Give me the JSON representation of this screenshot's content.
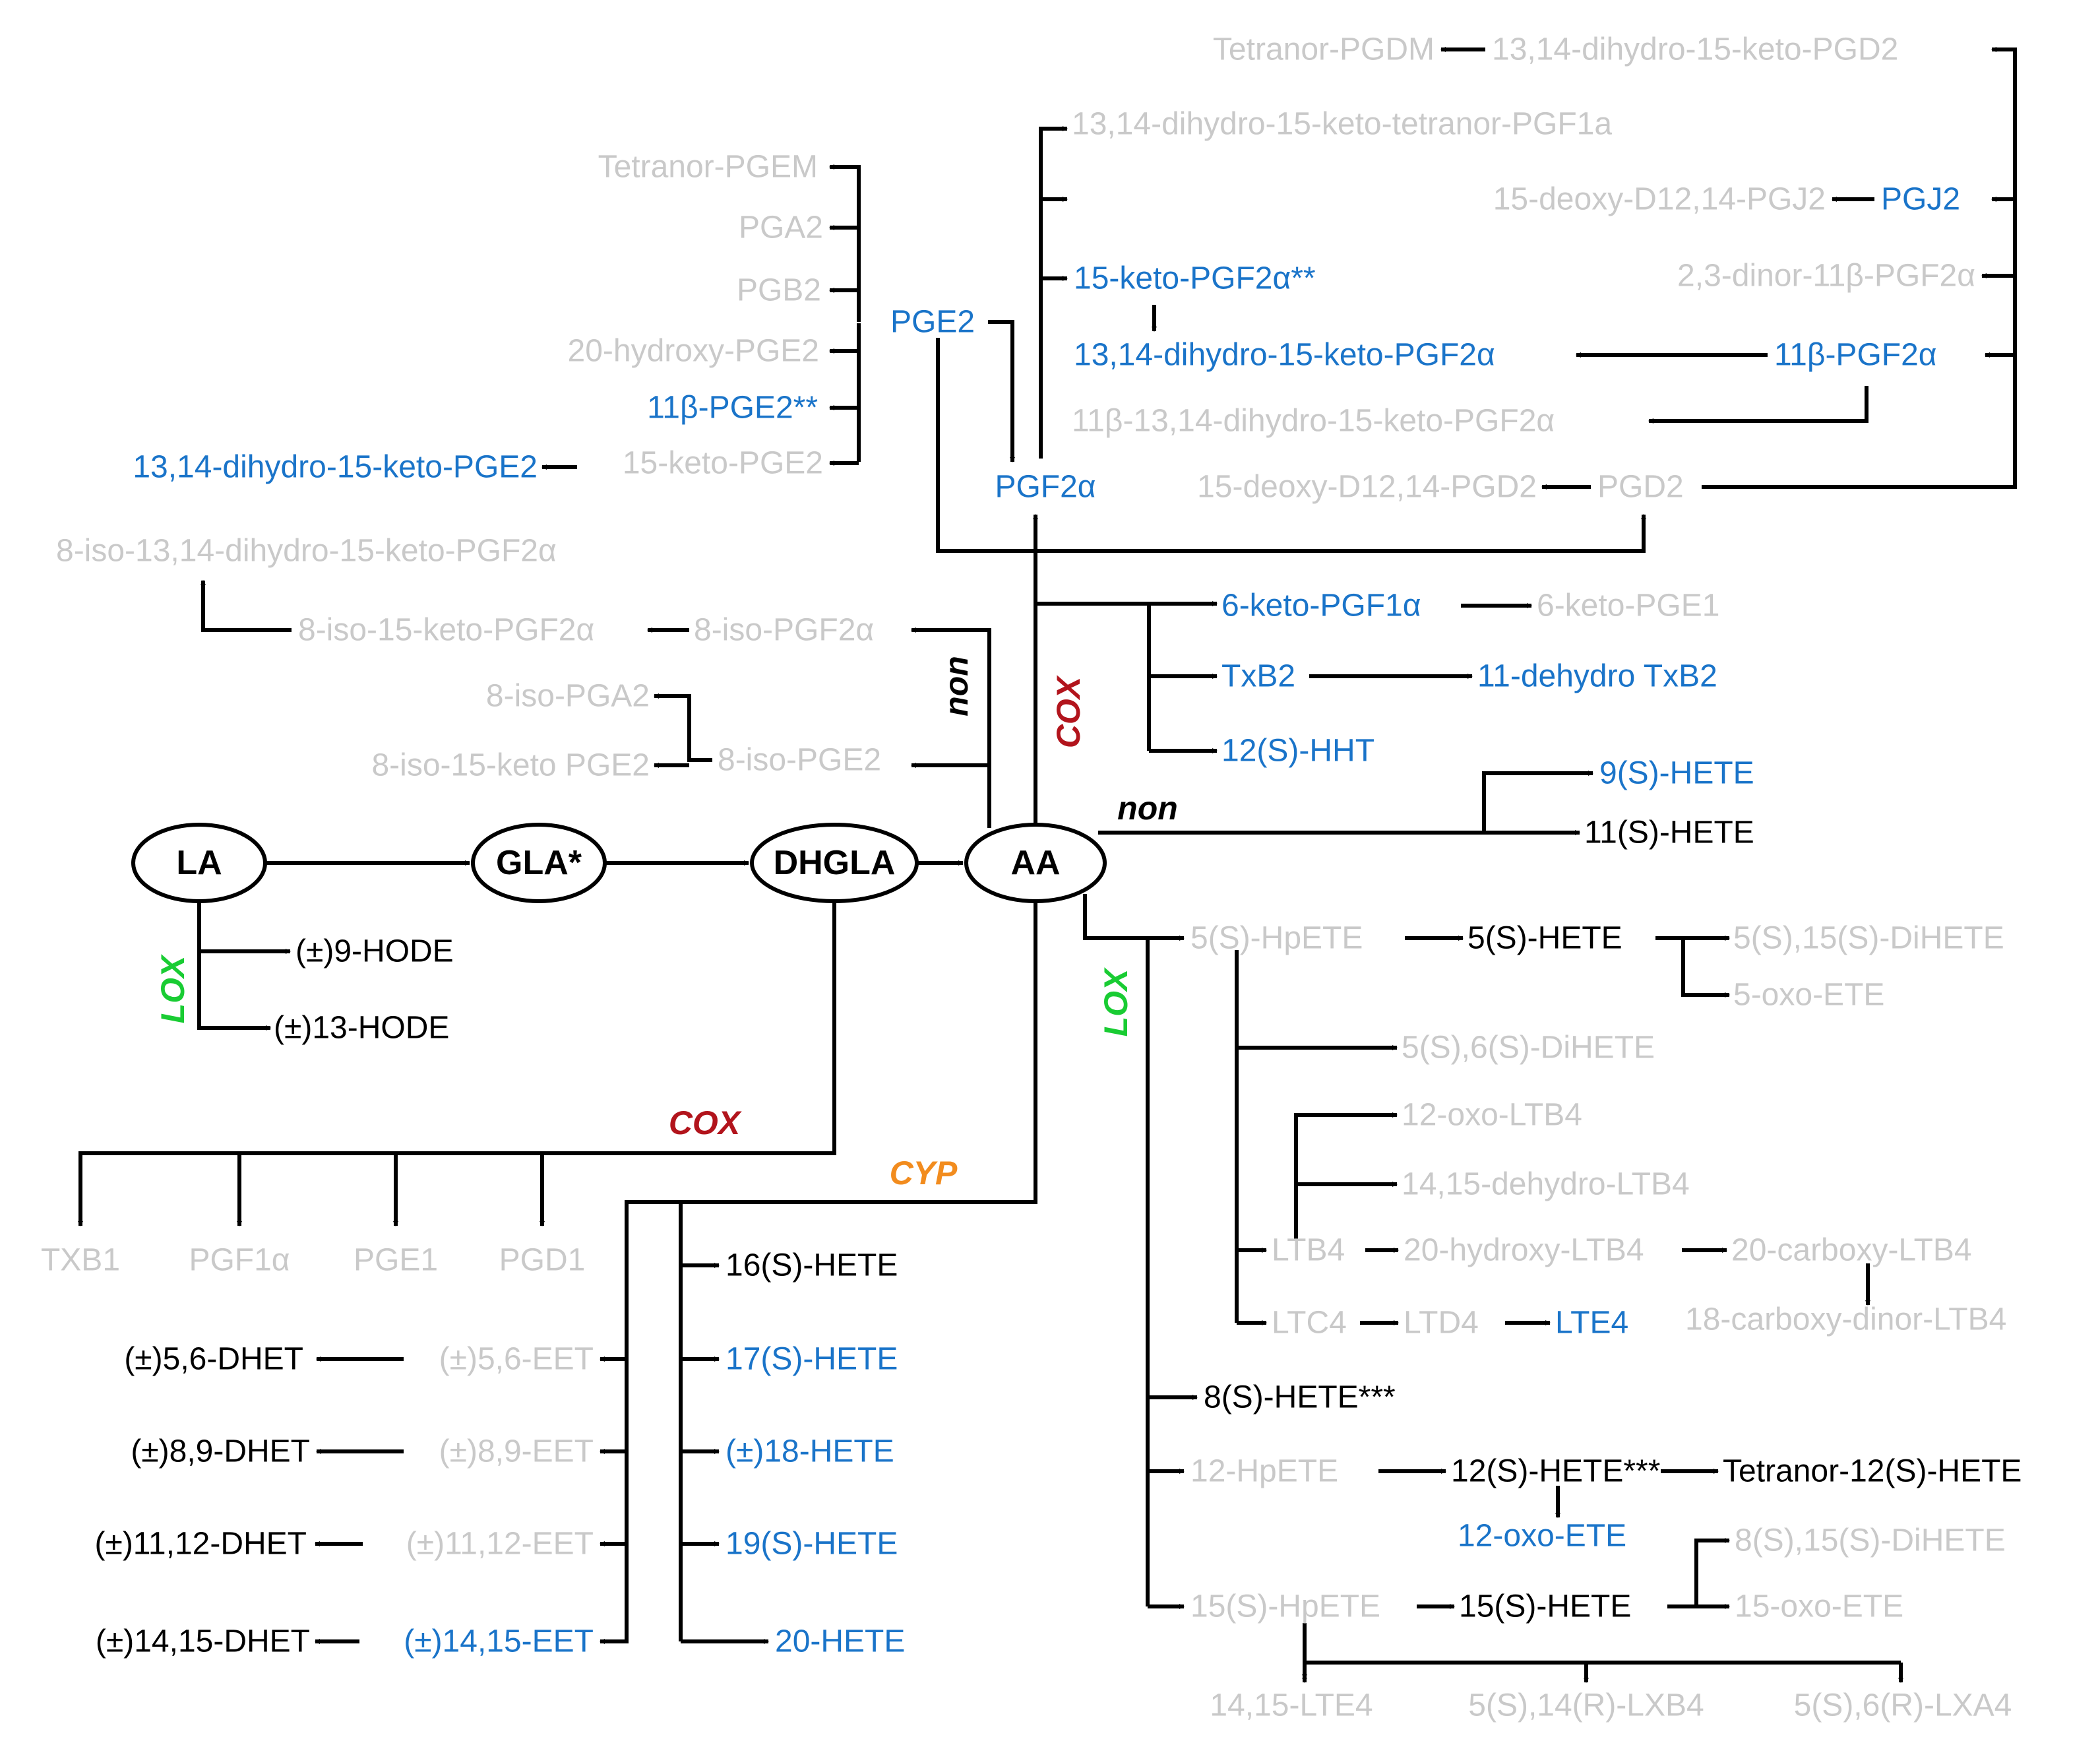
{
  "colors": {
    "gray": "#c9c9c9",
    "blue": "#1a74c9",
    "black": "#000000",
    "cox": "#b2141c",
    "lox": "#19cc33",
    "cyp": "#f28c1e"
  },
  "nodes": [
    {
      "id": "LA",
      "label": "LA"
    },
    {
      "id": "GLA",
      "label": "GLA*"
    },
    {
      "id": "DHGLA",
      "label": "DHGLA"
    },
    {
      "id": "AA",
      "label": "AA"
    }
  ],
  "enzymes": [
    {
      "id": "cox-aa",
      "label": "COX",
      "color": "cox"
    },
    {
      "id": "non-aa",
      "label": "non",
      "color": "black"
    },
    {
      "id": "non-right",
      "label": "non",
      "color": "black"
    },
    {
      "id": "lox-la",
      "label": "LOX",
      "color": "lox"
    },
    {
      "id": "lox-aa",
      "label": "LOX",
      "color": "lox"
    },
    {
      "id": "cox-dhgla",
      "label": "COX",
      "color": "cox"
    },
    {
      "id": "cyp",
      "label": "CYP",
      "color": "cyp"
    }
  ],
  "metabolites": [
    {
      "id": "tetranor-pgdm",
      "label": "Tetranor-PGDM",
      "color": "gray"
    },
    {
      "id": "dhk-pgd2",
      "label": "13,14-dihydro-15-keto-PGD2",
      "color": "gray"
    },
    {
      "id": "dhk-tetranor-pgf1a",
      "label": "13,14-dihydro-15-keto-tetranor-PGF1a",
      "color": "gray"
    },
    {
      "id": "tetranor-pgem",
      "label": "Tetranor-PGEM",
      "color": "gray"
    },
    {
      "id": "15d-pgj2",
      "label": "15-deoxy-D12,14-PGJ2",
      "color": "gray"
    },
    {
      "id": "pgj2",
      "label": "PGJ2",
      "color": "blue"
    },
    {
      "id": "pga2",
      "label": "PGA2",
      "color": "gray"
    },
    {
      "id": "dinor-11b-pgf2a",
      "label": "2,3-dinor-11β-PGF2α",
      "color": "gray"
    },
    {
      "id": "pgb2",
      "label": "PGB2",
      "color": "gray"
    },
    {
      "id": "15k-pgf2a",
      "label": "15-keto-PGF2α**",
      "color": "blue"
    },
    {
      "id": "pge2",
      "label": "PGE2",
      "color": "blue"
    },
    {
      "id": "20oh-pge2",
      "label": "20-hydroxy-PGE2",
      "color": "gray"
    },
    {
      "id": "dhk-pgf2a",
      "label": "13,14-dihydro-15-keto-PGF2α",
      "color": "blue"
    },
    {
      "id": "11b-pgf2a",
      "label": "11β-PGF2α",
      "color": "blue"
    },
    {
      "id": "11b-pge2",
      "label": "11β-PGE2**",
      "color": "blue"
    },
    {
      "id": "11b-dhk-pgf2a",
      "label": "11β-13,14-dihydro-15-keto-PGF2α",
      "color": "gray"
    },
    {
      "id": "dhk-pge2",
      "label": "13,14-dihydro-15-keto-PGE2",
      "color": "blue"
    },
    {
      "id": "15k-pge2",
      "label": "15-keto-PGE2",
      "color": "gray"
    },
    {
      "id": "pgf2a",
      "label": "PGF2α",
      "color": "blue"
    },
    {
      "id": "15d-pgd2",
      "label": "15-deoxy-D12,14-PGD2",
      "color": "gray"
    },
    {
      "id": "pgd2",
      "label": "PGD2",
      "color": "gray"
    },
    {
      "id": "8iso-dhk-pgf2a",
      "label": "8-iso-13,14-dihydro-15-keto-PGF2α",
      "color": "gray"
    },
    {
      "id": "6k-pgf1a",
      "label": "6-keto-PGF1α",
      "color": "blue"
    },
    {
      "id": "6k-pge1",
      "label": "6-keto-PGE1",
      "color": "gray"
    },
    {
      "id": "8iso-15k-pgf2a",
      "label": "8-iso-15-keto-PGF2α",
      "color": "gray"
    },
    {
      "id": "8iso-pgf2a",
      "label": "8-iso-PGF2α",
      "color": "gray"
    },
    {
      "id": "txb2",
      "label": "TxB2",
      "color": "blue"
    },
    {
      "id": "11dh-txb2",
      "label": "11-dehydro TxB2",
      "color": "blue"
    },
    {
      "id": "8iso-pga2",
      "label": "8-iso-PGA2",
      "color": "gray"
    },
    {
      "id": "12s-hht",
      "label": "12(S)-HHT",
      "color": "blue"
    },
    {
      "id": "8iso-15k-pge2",
      "label": "8-iso-15-keto PGE2",
      "color": "gray"
    },
    {
      "id": "8iso-pge2",
      "label": "8-iso-PGE2",
      "color": "gray"
    },
    {
      "id": "9s-hete",
      "label": "9(S)-HETE",
      "color": "blue"
    },
    {
      "id": "11s-hete",
      "label": "11(S)-HETE",
      "color": "black"
    },
    {
      "id": "9-hode",
      "label": "(±)9-HODE",
      "color": "black"
    },
    {
      "id": "5s-hpete",
      "label": "5(S)-HpETE",
      "color": "gray"
    },
    {
      "id": "5s-hete",
      "label": "5(S)-HETE",
      "color": "black"
    },
    {
      "id": "5s15s-dihete",
      "label": "5(S),15(S)-DiHETE",
      "color": "gray"
    },
    {
      "id": "5-oxo-ete",
      "label": "5-oxo-ETE",
      "color": "gray"
    },
    {
      "id": "13-hode",
      "label": "(±)13-HODE",
      "color": "black"
    },
    {
      "id": "5s6s-dihete",
      "label": "5(S),6(S)-DiHETE",
      "color": "gray"
    },
    {
      "id": "12-oxo-ltb4",
      "label": "12-oxo-LTB4",
      "color": "gray"
    },
    {
      "id": "1415-dh-ltb4",
      "label": "14,15-dehydro-LTB4",
      "color": "gray"
    },
    {
      "id": "txb1",
      "label": "TXB1",
      "color": "gray"
    },
    {
      "id": "pgf1a",
      "label": "PGF1α",
      "color": "gray"
    },
    {
      "id": "pge1",
      "label": "PGE1",
      "color": "gray"
    },
    {
      "id": "pgd1",
      "label": "PGD1",
      "color": "gray"
    },
    {
      "id": "ltb4",
      "label": "LTB4",
      "color": "gray"
    },
    {
      "id": "20oh-ltb4",
      "label": "20-hydroxy-LTB4",
      "color": "gray"
    },
    {
      "id": "20cooh-ltb4",
      "label": "20-carboxy-LTB4",
      "color": "gray"
    },
    {
      "id": "16s-hete",
      "label": "16(S)-HETE",
      "color": "black"
    },
    {
      "id": "ltc4",
      "label": "LTC4",
      "color": "gray"
    },
    {
      "id": "ltd4",
      "label": "LTD4",
      "color": "gray"
    },
    {
      "id": "lte4",
      "label": "LTE4",
      "color": "blue"
    },
    {
      "id": "18cooh-dinor-ltb4",
      "label": "18-carboxy-dinor-LTB4",
      "color": "gray"
    },
    {
      "id": "56-dhet",
      "label": "(±)5,6-DHET",
      "color": "black"
    },
    {
      "id": "56-eet",
      "label": "(±)5,6-EET",
      "color": "gray"
    },
    {
      "id": "17s-hete",
      "label": "17(S)-HETE",
      "color": "blue"
    },
    {
      "id": "8s-hete",
      "label": "8(S)-HETE***",
      "color": "black"
    },
    {
      "id": "89-dhet",
      "label": "(±)8,9-DHET",
      "color": "black"
    },
    {
      "id": "89-eet",
      "label": "(±)8,9-EET",
      "color": "gray"
    },
    {
      "id": "18-hete",
      "label": "(±)18-HETE",
      "color": "blue"
    },
    {
      "id": "12-hpete",
      "label": "12-HpETE",
      "color": "gray"
    },
    {
      "id": "12s-hete",
      "label": "12(S)-HETE***",
      "color": "black"
    },
    {
      "id": "tetranor-12s-hete",
      "label": "Tetranor-12(S)-HETE",
      "color": "black"
    },
    {
      "id": "1112-dhet",
      "label": "(±)11,12-DHET",
      "color": "black"
    },
    {
      "id": "1112-eet",
      "label": "(±)11,12-EET",
      "color": "gray"
    },
    {
      "id": "19s-hete",
      "label": "19(S)-HETE",
      "color": "blue"
    },
    {
      "id": "12-oxo-ete",
      "label": "12-oxo-ETE",
      "color": "blue"
    },
    {
      "id": "8s15s-dihete",
      "label": "8(S),15(S)-DiHETE",
      "color": "gray"
    },
    {
      "id": "15s-hpete",
      "label": "15(S)-HpETE",
      "color": "gray"
    },
    {
      "id": "15s-hete",
      "label": "15(S)-HETE",
      "color": "black"
    },
    {
      "id": "15-oxo-ete",
      "label": "15-oxo-ETE",
      "color": "gray"
    },
    {
      "id": "1415-dhet",
      "label": "(±)14,15-DHET",
      "color": "black"
    },
    {
      "id": "1415-eet",
      "label": "(±)14,15-EET",
      "color": "blue"
    },
    {
      "id": "20-hete",
      "label": "20-HETE",
      "color": "blue"
    },
    {
      "id": "1415-lte4",
      "label": "14,15-LTE4",
      "color": "gray"
    },
    {
      "id": "lxb4",
      "label": "5(S),14(R)-LXB4",
      "color": "gray"
    },
    {
      "id": "lxa4",
      "label": "5(S),6(R)-LXA4",
      "color": "gray"
    }
  ]
}
